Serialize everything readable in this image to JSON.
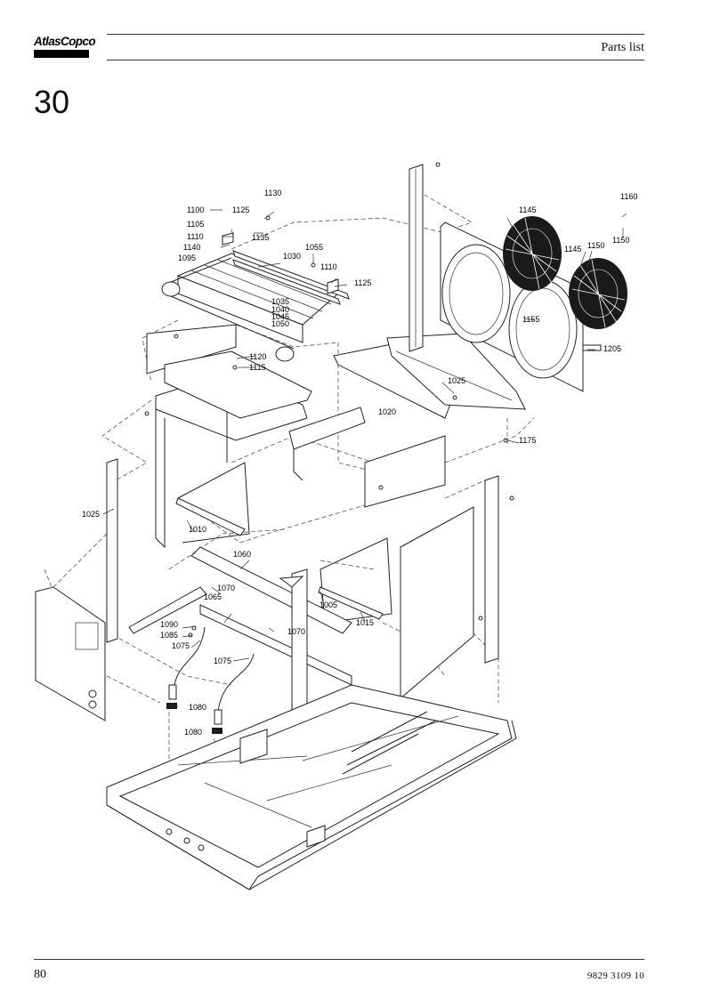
{
  "brand": {
    "logo_text": "AtlasCopco"
  },
  "header": {
    "title": "Parts list"
  },
  "section": {
    "number": "30"
  },
  "diagram": {
    "callouts": [
      "1130",
      "1100",
      "1125",
      "1105",
      "1135",
      "1110",
      "1140",
      "1095",
      "1030",
      "1055",
      "1110",
      "1125",
      "1035",
      "1040",
      "1045",
      "1050",
      "1120",
      "1115",
      "1020",
      "1025",
      "1145",
      "1145",
      "1150",
      "1160",
      "1150",
      "1155",
      "1205",
      "1175",
      "1025",
      "1010",
      "1060",
      "1070",
      "1065",
      "1005",
      "1015",
      "1090",
      "1085",
      "1075",
      "1070",
      "1075",
      "1080",
      "1080"
    ]
  },
  "footer": {
    "page_number": "80",
    "doc_number": "9829  3109  10"
  }
}
